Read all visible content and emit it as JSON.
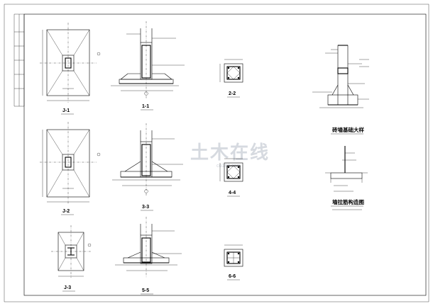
{
  "captions": {
    "plan_1": "J-1",
    "plan_2": "J-2",
    "plan_3": "J-3",
    "section_1": "1-1",
    "section_2": "3-3",
    "section_3": "5-5",
    "col_1": "2-2",
    "col_2": "4-4",
    "col_3": "6-6"
  },
  "brick_wall_title": "砖墙基础大样",
  "constructional_column_title": "墙拉筋构造图",
  "watermark": {
    "main": "土木在线",
    "sub": "co188.com"
  },
  "colors": {
    "line": "#000000",
    "watermark": "#c9ced6",
    "border": "#000000"
  }
}
